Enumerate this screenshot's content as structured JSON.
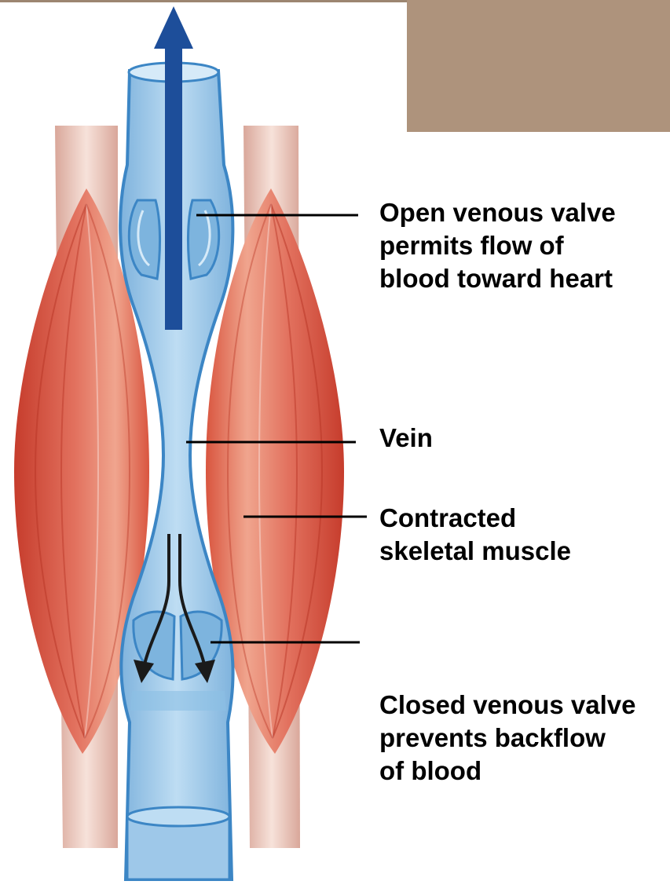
{
  "colors": {
    "corner_panel": "#AE937C",
    "top_strip": "#9C8671",
    "muscle": "#DE5A46",
    "muscle_dark": "#C8402F",
    "tendon": "#EDC7BC",
    "vein_fill": "#A5CDEA",
    "vein_dark": "#6FA7D4",
    "vein_outline": "#3C86C5",
    "arrow_up": "#1D4E9A",
    "arrow_down": "#1A1A1A"
  },
  "labels": {
    "open_valve": [
      "Open venous valve",
      "permits flow of",
      "blood toward heart"
    ],
    "vein": [
      "Vein"
    ],
    "muscle": [
      "Contracted",
      "skeletal muscle"
    ],
    "closed_valve": [
      "Closed venous valve",
      "prevents backflow",
      "of blood"
    ]
  }
}
